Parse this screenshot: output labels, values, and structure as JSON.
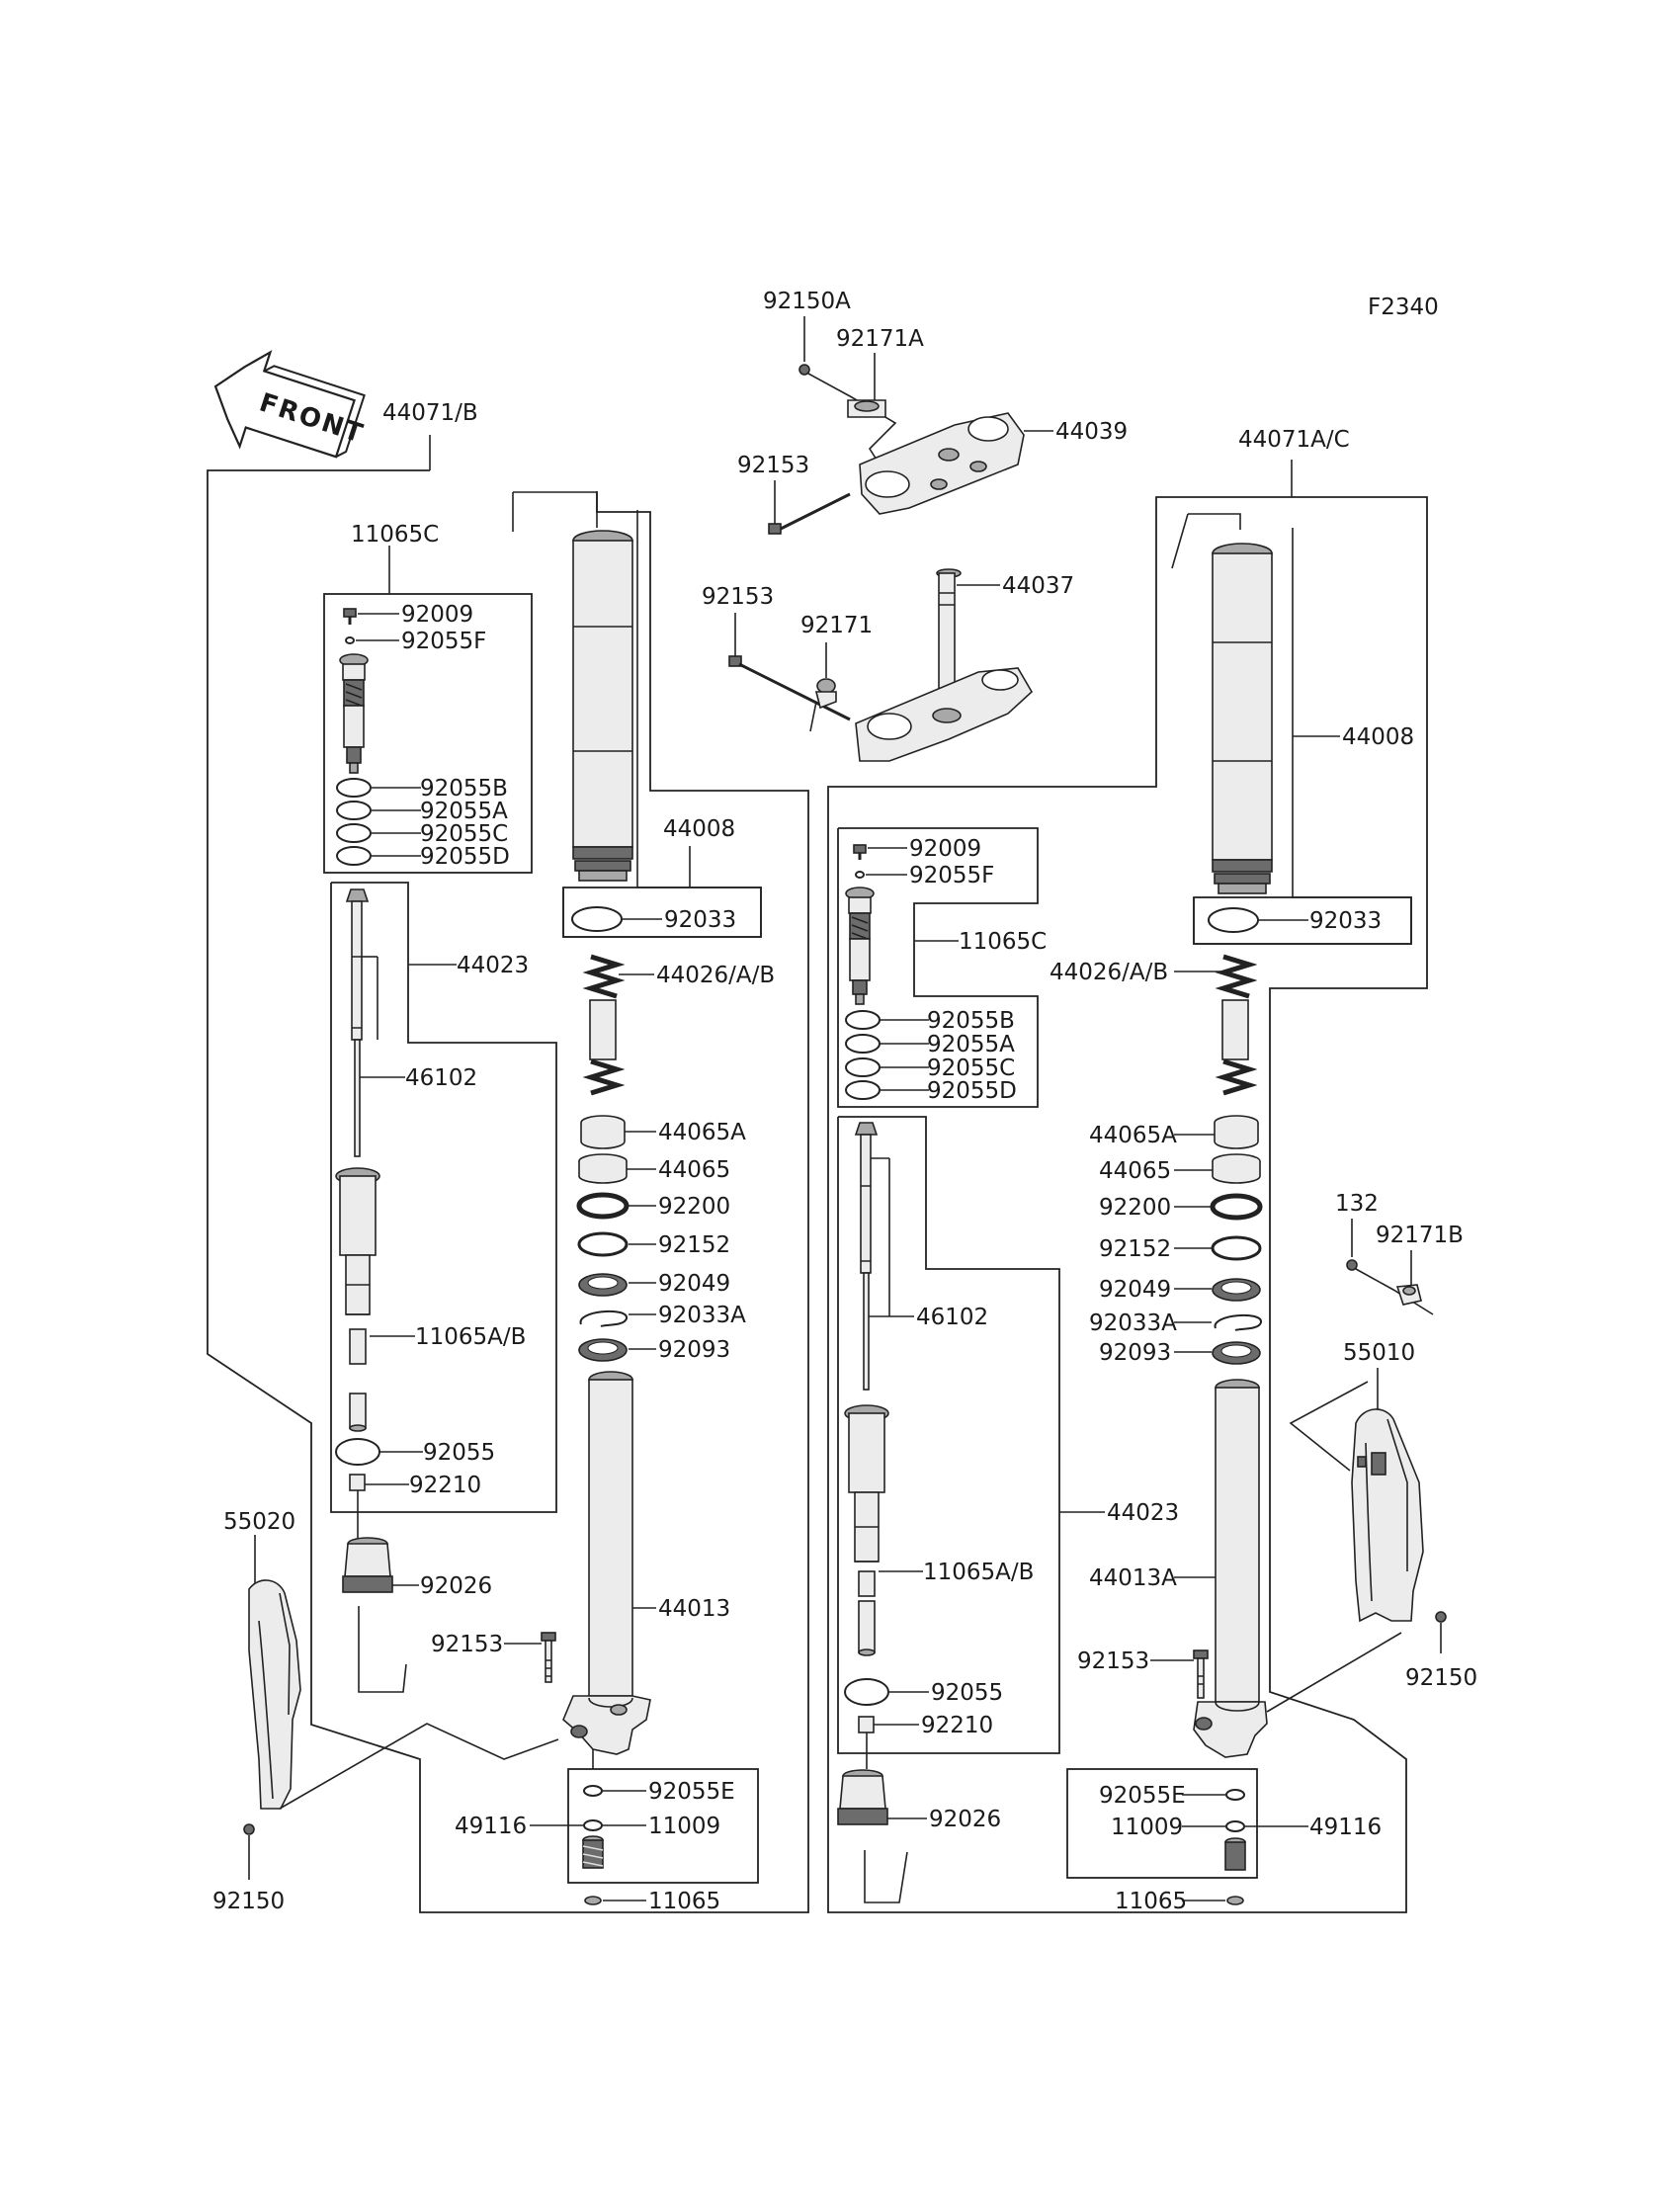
{
  "figure_code": "F2340",
  "front_label": "FRONT",
  "labels": {
    "l_44071b": "44071/B",
    "l_11065c": "11065C",
    "l_92009": "92009",
    "l_92055f": "92055F",
    "l_92055b": "92055B",
    "l_92055a": "92055A",
    "l_92055c": "92055C",
    "l_92055d": "92055D",
    "l_44023": "44023",
    "l_46102": "46102",
    "l_11065ab": "11065A/B",
    "l_92055": "92055",
    "l_92210": "92210",
    "l_92026": "92026",
    "l_55020": "55020",
    "l_92150": "92150",
    "l_44008": "44008",
    "l_92033": "92033",
    "l_44026ab": "44026/A/B",
    "l_44065a": "44065A",
    "l_44065": "44065",
    "l_92200": "92200",
    "l_92152": "92152",
    "l_92049": "92049",
    "l_92033a": "92033A",
    "l_92093": "92093",
    "l_44013": "44013",
    "l_92153": "92153",
    "l_92055e": "92055E",
    "l_49116": "49116",
    "l_11009": "11009",
    "l_11065": "11065",
    "t_92150a": "92150A",
    "t_92171a": "92171A",
    "t_44039": "44039",
    "t_92153": "92153",
    "t_92153b": "92153",
    "t_92171": "92171",
    "t_44037": "44037",
    "r_44071ac": "44071A/C",
    "r_44008": "44008",
    "r_92033": "92033",
    "r_92009": "92009",
    "r_92055f": "92055F",
    "r_11065c": "11065C",
    "r_44026ab": "44026/A/B",
    "r_92055b": "92055B",
    "r_92055a": "92055A",
    "r_92055c": "92055C",
    "r_92055d": "92055D",
    "r_44065a": "44065A",
    "r_44065": "44065",
    "r_92200": "92200",
    "r_92152": "92152",
    "r_92049": "92049",
    "r_92033a": "92033A",
    "r_92093": "92093",
    "r_46102": "46102",
    "r_44023": "44023",
    "r_11065ab": "11065A/B",
    "r_44013a": "44013A",
    "r_92153": "92153",
    "r_92055": "92055",
    "r_92210": "92210",
    "r_92026": "92026",
    "r_92055e": "92055E",
    "r_11009": "11009",
    "r_49116": "49116",
    "r_11065": "11065",
    "r_132": "132",
    "r_92171b": "92171B",
    "r_55010": "55010",
    "r_92150": "92150"
  }
}
